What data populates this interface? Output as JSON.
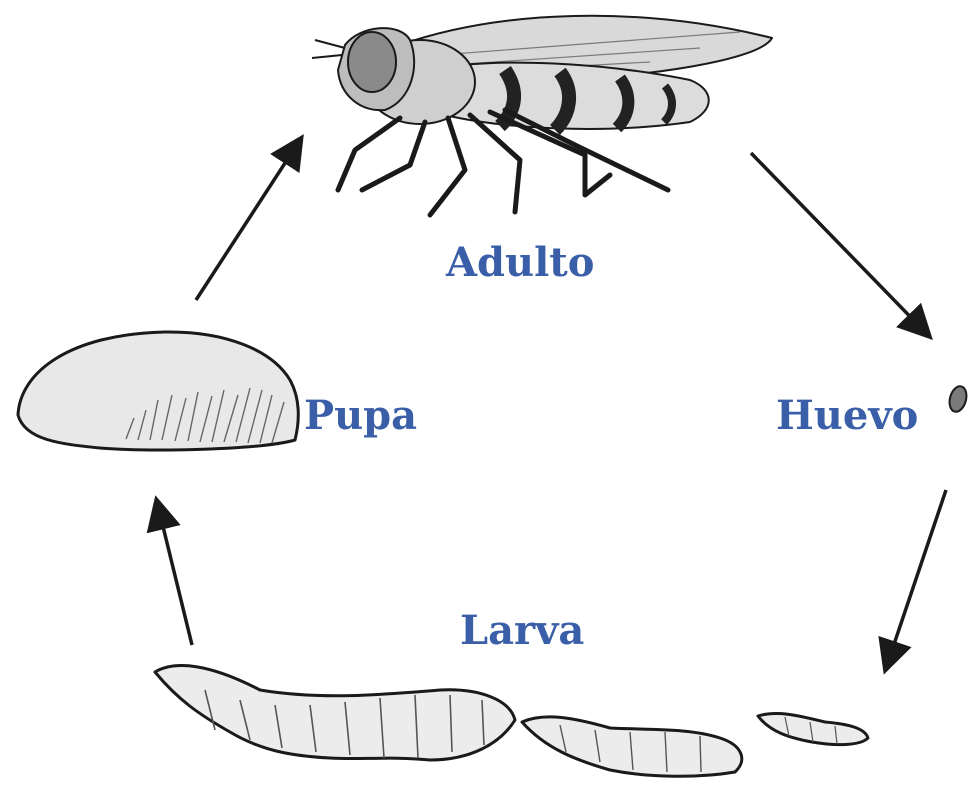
{
  "diagram": {
    "stages": {
      "adult": "Adulto",
      "egg": "Huevo",
      "larva": "Larva",
      "pupa": "Pupa"
    },
    "colors": {
      "label": "#3a5fa8",
      "line": "#1a1a1a",
      "fill_light": "#e8e8e8",
      "fill_mid": "#bdbdbd",
      "fill_dark": "#555555"
    },
    "icons": {
      "adult": "hoverfly-icon",
      "egg": "egg-icon",
      "larva": "larva-icon",
      "pupa": "pupa-icon"
    }
  }
}
